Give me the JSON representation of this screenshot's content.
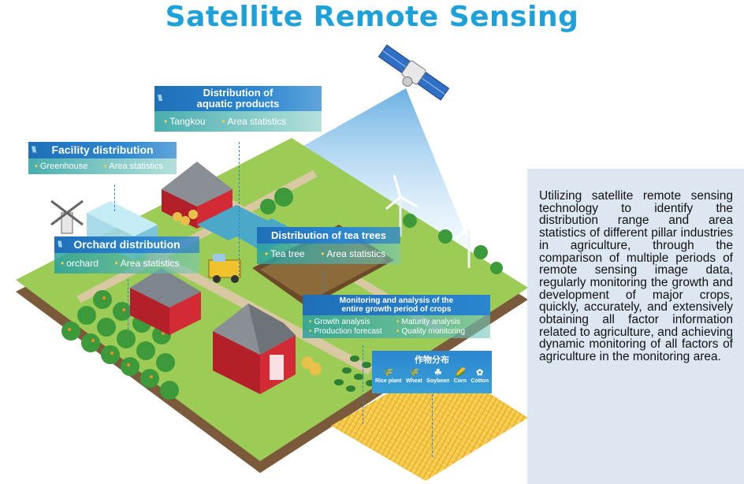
{
  "title": "Satellite Remote Sensing",
  "panels": {
    "aquatic": {
      "title_line1": "Distribution of",
      "title_line2": "aquatic products",
      "items": [
        "Tangkou",
        "Area statistics"
      ]
    },
    "facility": {
      "title": "Facility distribution",
      "items": [
        "Greenhouse",
        "Area statistics"
      ]
    },
    "orchard": {
      "title": "Orchard distribution",
      "items": [
        "orchard",
        "Area statistics"
      ]
    },
    "tea": {
      "title": "Distribution of tea trees",
      "items": [
        "Tea tree",
        "Area statistics"
      ]
    },
    "monitoring": {
      "title_line1": "Monitoring and analysis of the",
      "title_line2": "entire growth period of crops",
      "items": [
        "Growth analysis",
        "Maturity analysis",
        "Production forecast",
        "Quality monitoring"
      ]
    },
    "crops": {
      "title": "作物分布",
      "items": [
        "Rice plant",
        "Wheat",
        "Soybean",
        "Corn",
        "Cotton"
      ]
    }
  },
  "description": "Utilizing satellite remote sensing technology to identify the distribution range and area statistics of different pillar industries in agriculture, through the comparison of multiple periods of remote sensing image data, regularly monitoring the growth and development of major crops, quickly, accurately, and extensively obtaining all factor information related to agriculture, and achieving dynamic monitoring of all factors of agriculture in the monitoring area.",
  "colors": {
    "title": "#1da1db",
    "panel_head": "#2b86cf",
    "sidebar_bg": "#dce7f2"
  }
}
